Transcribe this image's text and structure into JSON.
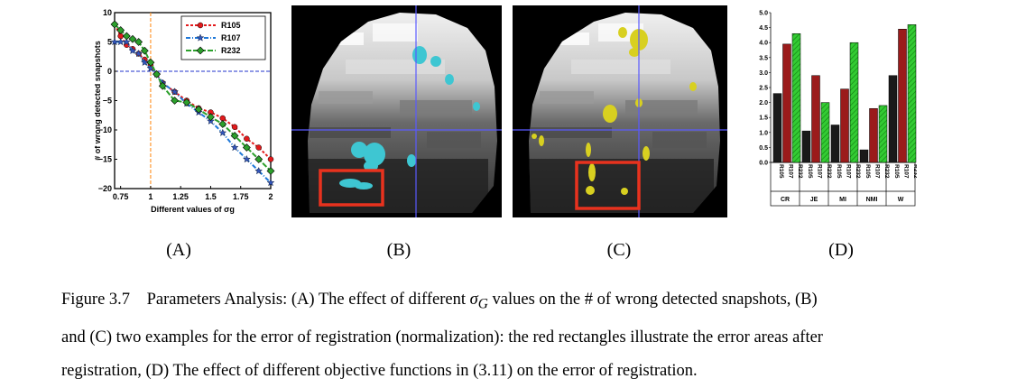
{
  "figure": {
    "sublabels": {
      "a": "(A)",
      "b": "(B)",
      "c": "(C)",
      "d": "(D)"
    },
    "caption": {
      "prefix": "Figure 3.7",
      "title": "Parameters Analysis:",
      "part1": "(A) The effect of different",
      "sigma": "σ",
      "sigma_sub": "G",
      "part2": "values on the # of wrong detected snapshots, (B)",
      "line2": "and (C) two examples for the error of registration (normalization): the red rectangles illustrate the error areas after",
      "line3": "registration, (D) The effect of different objective functions in (3.11) on the error of registration."
    }
  },
  "chart_data": [
    {
      "type": "line",
      "xlabel": "Different values of σg",
      "ylabel": "# of wrong detected snapshots",
      "xlim": [
        0.7,
        2.0
      ],
      "ylim": [
        -20,
        10
      ],
      "xticks": [
        "0.75",
        "1",
        "1.25",
        "1.5",
        "1.75",
        "2"
      ],
      "yticks": [
        "10",
        "5",
        "0",
        "−5",
        "−10",
        "−15",
        "−20"
      ],
      "grid": false,
      "legend_position": "top-right",
      "reference_lines": {
        "horizontal_y": 0,
        "vertical_x": 1.0
      },
      "x": [
        0.7,
        0.75,
        0.8,
        0.85,
        0.9,
        0.95,
        1.0,
        1.05,
        1.1,
        1.2,
        1.3,
        1.4,
        1.5,
        1.6,
        1.7,
        1.8,
        1.9,
        2.0
      ],
      "series": [
        {
          "name": "R105",
          "color": "#e31a1c",
          "marker": "circle",
          "values": [
            8,
            6,
            4.5,
            3.8,
            3,
            2,
            1,
            -0.5,
            -2,
            -3.5,
            -5,
            -6.3,
            -7,
            -8,
            -9.5,
            -11.5,
            -13,
            -15
          ]
        },
        {
          "name": "R107",
          "color": "#1f78d8",
          "marker": "star",
          "values": [
            5,
            5,
            5,
            3.5,
            3,
            1.5,
            0.5,
            -0.5,
            -2,
            -3.5,
            -5.5,
            -7,
            -8.5,
            -10.5,
            -13,
            -15,
            -17,
            -19
          ]
        },
        {
          "name": "R232",
          "color": "#2ca02c",
          "marker": "diamond",
          "values": [
            8,
            7,
            6,
            5.5,
            5,
            3.5,
            1.5,
            -0.5,
            -2.5,
            -5,
            -5.3,
            -6.5,
            -7.8,
            -9,
            -11,
            -13,
            -15,
            -17
          ]
        }
      ]
    },
    {
      "type": "bar",
      "ylim": [
        0,
        5
      ],
      "yticks": [
        "5.0",
        "4.5",
        "4.0",
        "3.5",
        "3.0",
        "2.5",
        "2.0",
        "1.5",
        "1.0",
        "0.5",
        "0.0"
      ],
      "categories": [
        "CR",
        "JE",
        "MI",
        "NMI",
        "W"
      ],
      "bar_labels": [
        "R105",
        "R107",
        "R232"
      ],
      "series": [
        {
          "name": "R105",
          "color": "#1a1a1a",
          "values": [
            2.3,
            1.05,
            1.25,
            0.42,
            2.9
          ]
        },
        {
          "name": "R107",
          "color": "#9b1b1b",
          "values": [
            3.95,
            2.9,
            2.45,
            1.8,
            4.45
          ]
        },
        {
          "name": "R232",
          "color": "#33cc33",
          "hatched": true,
          "values": [
            4.3,
            2.0,
            4.0,
            1.9,
            4.6
          ]
        }
      ]
    }
  ],
  "images": {
    "b": {
      "description_name": "brain-registration-example-cyan",
      "overlay_color": "#3ec6d2",
      "box_color": "#e8321e"
    },
    "c": {
      "description_name": "brain-registration-example-yellow",
      "overlay_color": "#d8d020",
      "box_color": "#e8321e"
    }
  }
}
